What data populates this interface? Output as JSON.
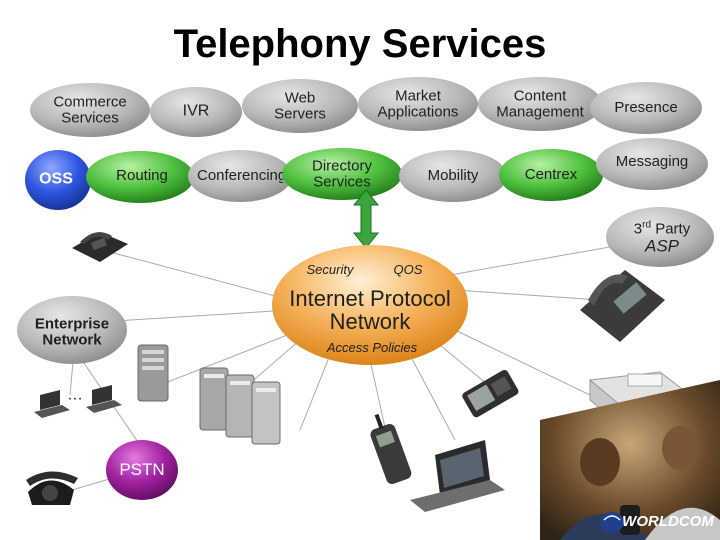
{
  "title": "Telephony Services",
  "services": {
    "commerce": "Commerce Services",
    "ivr": "IVR",
    "web_servers": "Web Servers",
    "market_apps": "Market Applications",
    "content_mgmt": "Content Management",
    "presence": "Presence",
    "oss": "OSS",
    "routing": "Routing",
    "conferencing": "Conferencing",
    "directory": "Directory Services",
    "mobility": "Mobility",
    "centrex": "Centrex",
    "messaging": "Messaging"
  },
  "third_party": {
    "line1_prefix": "3",
    "sup": "rd",
    "line1_suffix": " Party",
    "line2": "ASP"
  },
  "core": {
    "security": "Security",
    "qos": "QOS",
    "name": "Internet Protocol Network",
    "access": "Access Policies"
  },
  "enterprise": "Enterprise Network",
  "ellipsis": "…",
  "pstn": "PSTN",
  "brand": "WORLDCOM",
  "colors": {
    "gray_top": "#c7c7c7",
    "gray_bottom": "#8e8e8e",
    "green_top": "#8fe07a",
    "green_bottom": "#2f8d25",
    "blue": "#2550d6",
    "orange_top": "#ffd49a",
    "orange_bottom": "#e08618",
    "purple": "#9a1a9a",
    "arrow_green": "#3aa53a"
  },
  "icons": [
    "phone-icon",
    "server-icon",
    "laptop-icon",
    "cell-phone-icon",
    "fax-icon",
    "ip-phone-icon",
    "people-photo"
  ]
}
